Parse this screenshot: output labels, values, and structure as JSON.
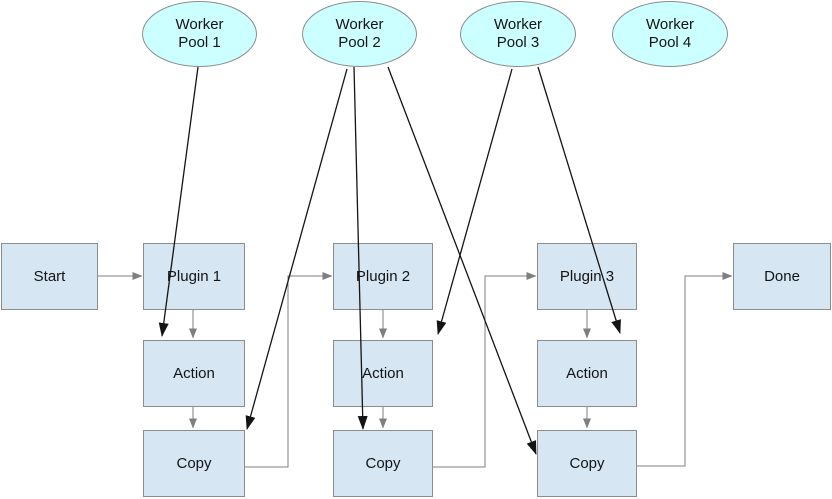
{
  "colors": {
    "background": "#ffffff",
    "box_fill": "#d6e6f3",
    "box_border": "#8c8c8c",
    "pool_fill": "#ccffff",
    "pool_border": "#8c8c8c",
    "connector_gray": "#7f7f7f",
    "arrow_black": "#141414",
    "text": "#141414"
  },
  "pools": {
    "wp1": {
      "label": "Worker\nPool 1"
    },
    "wp2": {
      "label": "Worker\nPool 2"
    },
    "wp3": {
      "label": "Worker\nPool 3"
    },
    "wp4": {
      "label": "Worker\nPool 4"
    }
  },
  "nodes": {
    "start": {
      "label": "Start"
    },
    "plugin1": {
      "label": "Plugin 1"
    },
    "plugin2": {
      "label": "Plugin 2"
    },
    "plugin3": {
      "label": "Plugin 3"
    },
    "action1": {
      "label": "Action"
    },
    "action2": {
      "label": "Action"
    },
    "action3": {
      "label": "Action"
    },
    "copy1": {
      "label": "Copy"
    },
    "copy2": {
      "label": "Copy"
    },
    "copy3": {
      "label": "Copy"
    },
    "done": {
      "label": "Done"
    }
  },
  "edges": [
    {
      "from": "start",
      "to": "plugin1",
      "style": "gray"
    },
    {
      "from": "plugin1",
      "to": "action1",
      "style": "gray"
    },
    {
      "from": "action1",
      "to": "copy1",
      "style": "gray"
    },
    {
      "from": "copy1",
      "to": "plugin2",
      "style": "gray"
    },
    {
      "from": "plugin2",
      "to": "action2",
      "style": "gray"
    },
    {
      "from": "action2",
      "to": "copy2",
      "style": "gray"
    },
    {
      "from": "copy2",
      "to": "plugin3",
      "style": "gray"
    },
    {
      "from": "plugin3",
      "to": "action3",
      "style": "gray"
    },
    {
      "from": "action3",
      "to": "copy3",
      "style": "gray"
    },
    {
      "from": "copy3",
      "to": "done",
      "style": "gray"
    },
    {
      "from": "worker_pool_1",
      "to": "action1",
      "style": "black"
    },
    {
      "from": "worker_pool_2",
      "to": "copy1",
      "style": "black"
    },
    {
      "from": "worker_pool_2",
      "to": "copy2",
      "style": "black"
    },
    {
      "from": "worker_pool_2",
      "to": "copy3",
      "style": "black"
    },
    {
      "from": "worker_pool_3",
      "to": "action2",
      "style": "black"
    },
    {
      "from": "worker_pool_3",
      "to": "action3",
      "style": "black"
    }
  ]
}
